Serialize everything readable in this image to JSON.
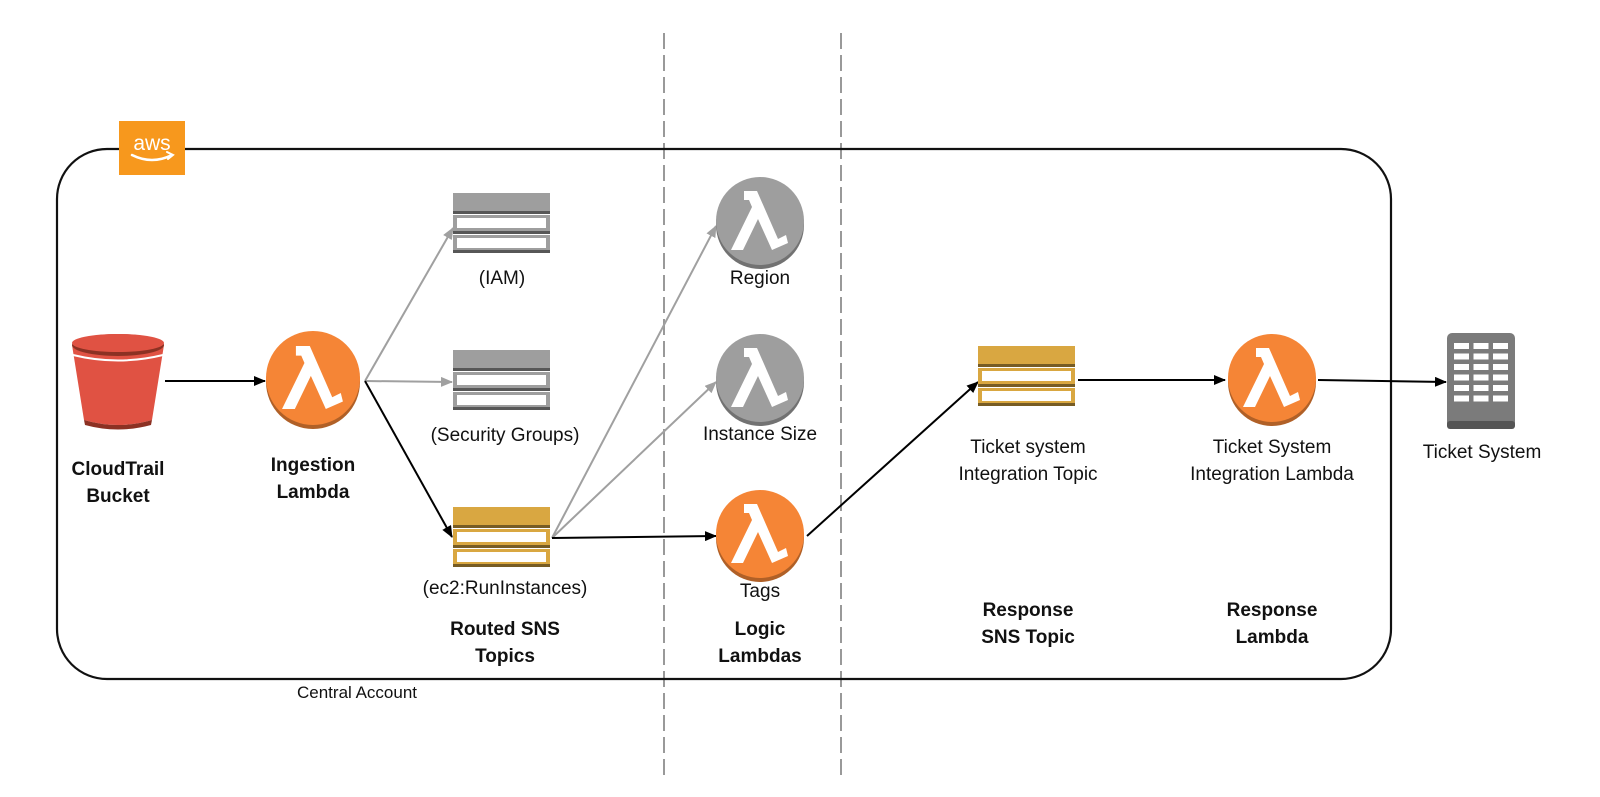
{
  "diagram": {
    "brand": {
      "logo_text": "aws",
      "color": "#F7981D"
    },
    "container_label": "Central Account",
    "colors": {
      "lambda_active": "#F58536",
      "lambda_inactive": "#9E9E9E",
      "sns_active": "#D9A741",
      "sns_inactive": "#9E9E9E",
      "bucket": "#E05243",
      "server": "#7B7B7B",
      "arrow_active": "#000000",
      "arrow_inactive": "#A0A0A0"
    },
    "nodes": {
      "cloudtrail_bucket": {
        "label": "CloudTrail\nBucket",
        "icon": "s3-bucket-icon"
      },
      "ingestion_lambda": {
        "label": "Ingestion\nLambda",
        "icon": "lambda-icon"
      },
      "sns_iam": {
        "label": "(IAM)",
        "icon": "sns-topic-icon",
        "state": "inactive"
      },
      "sns_security_groups": {
        "label": "(Security Groups)",
        "icon": "sns-topic-icon",
        "state": "inactive"
      },
      "sns_run_instances": {
        "label": "(ec2:RunInstances)",
        "icon": "sns-topic-icon",
        "state": "active"
      },
      "lambda_region": {
        "label": "Region",
        "icon": "lambda-icon",
        "state": "inactive"
      },
      "lambda_instance_size": {
        "label": "Instance Size",
        "icon": "lambda-icon",
        "state": "inactive"
      },
      "lambda_tags": {
        "label": "Tags",
        "icon": "lambda-icon",
        "state": "active"
      },
      "ticket_topic": {
        "label": "Ticket system\nIntegration Topic",
        "icon": "sns-topic-icon",
        "state": "active"
      },
      "ticket_lambda": {
        "label": "Ticket System\nIntegration Lambda",
        "icon": "lambda-icon",
        "state": "active"
      },
      "ticket_system": {
        "label": "Ticket System",
        "icon": "server-icon"
      }
    },
    "group_labels": {
      "routed_sns": "Routed SNS\nTopics",
      "logic_lambdas": "Logic\nLambdas",
      "response_sns": "Response\nSNS Topic",
      "response_lambda": "Response\nLambda"
    },
    "edges": [
      {
        "from": "cloudtrail_bucket",
        "to": "ingestion_lambda",
        "style": "active"
      },
      {
        "from": "ingestion_lambda",
        "to": "sns_iam",
        "style": "inactive"
      },
      {
        "from": "ingestion_lambda",
        "to": "sns_security_groups",
        "style": "inactive"
      },
      {
        "from": "ingestion_lambda",
        "to": "sns_run_instances",
        "style": "active"
      },
      {
        "from": "sns_run_instances",
        "to": "lambda_region",
        "style": "inactive"
      },
      {
        "from": "sns_run_instances",
        "to": "lambda_instance_size",
        "style": "inactive"
      },
      {
        "from": "sns_run_instances",
        "to": "lambda_tags",
        "style": "active"
      },
      {
        "from": "lambda_tags",
        "to": "ticket_topic",
        "style": "active"
      },
      {
        "from": "ticket_topic",
        "to": "ticket_lambda",
        "style": "active"
      },
      {
        "from": "ticket_lambda",
        "to": "ticket_system",
        "style": "active"
      }
    ]
  }
}
